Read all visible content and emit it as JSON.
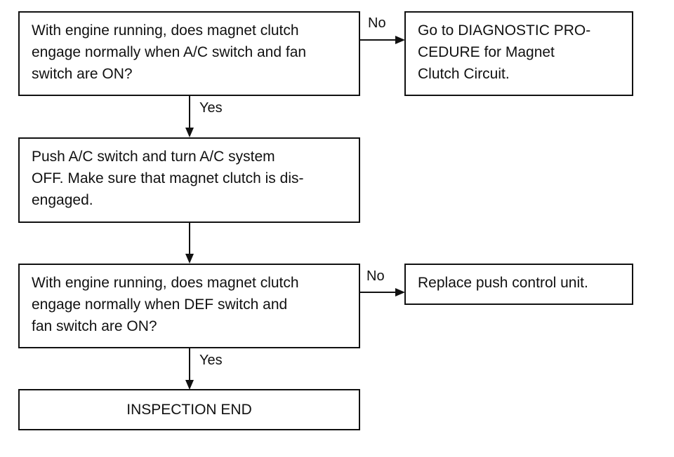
{
  "flowchart": {
    "q1": {
      "lines": [
        "With engine running, does magnet clutch",
        "engage normally when A/C switch and fan",
        "switch are ON?"
      ]
    },
    "r1": {
      "lines": [
        "Go to DIAGNOSTIC PRO-",
        "CEDURE for Magnet",
        "Clutch Circuit."
      ]
    },
    "s2": {
      "lines": [
        "Push A/C switch and turn A/C system",
        "OFF. Make sure that magnet clutch is dis-",
        "engaged."
      ]
    },
    "q3": {
      "lines": [
        "With engine running, does magnet clutch",
        "engage normally when DEF switch and",
        "fan switch are ON?"
      ]
    },
    "r3": {
      "lines": [
        "Replace push control unit."
      ]
    },
    "end": {
      "text": "INSPECTION END"
    },
    "labels": {
      "no": "No",
      "yes": "Yes"
    }
  }
}
